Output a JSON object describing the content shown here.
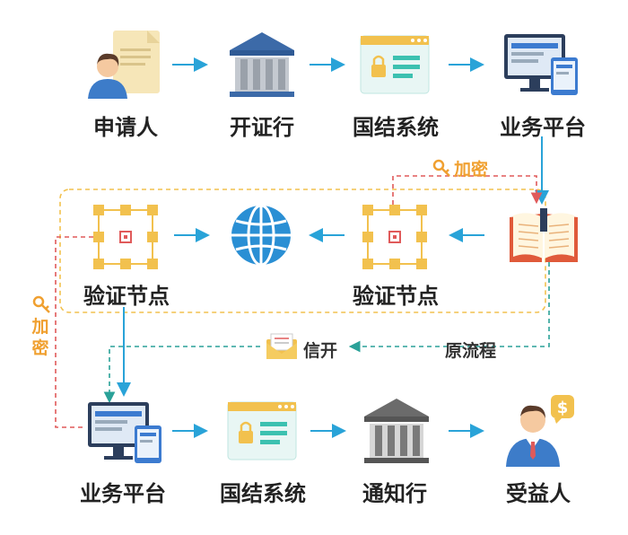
{
  "nodes": {
    "applicant": "申请人",
    "issuing_bank": "开证行",
    "guojie_top": "国结系统",
    "platform_top": "业务平台",
    "verify_left": "验证节点",
    "verify_right": "验证节点",
    "platform_bottom": "业务平台",
    "guojie_bottom": "国结系统",
    "advising_bank": "通知行",
    "beneficiary": "受益人"
  },
  "annotations": {
    "encrypt_top": "加密",
    "encrypt_left": "加密",
    "letter_open": "信开",
    "original_flow": "原流程"
  },
  "colors": {
    "arrow_blue": "#29a3d8",
    "dashed_red": "#e05a5a",
    "dashed_yellow": "#f2c14e",
    "dashed_teal": "#2aa198",
    "key_gold": "#f0a030"
  }
}
